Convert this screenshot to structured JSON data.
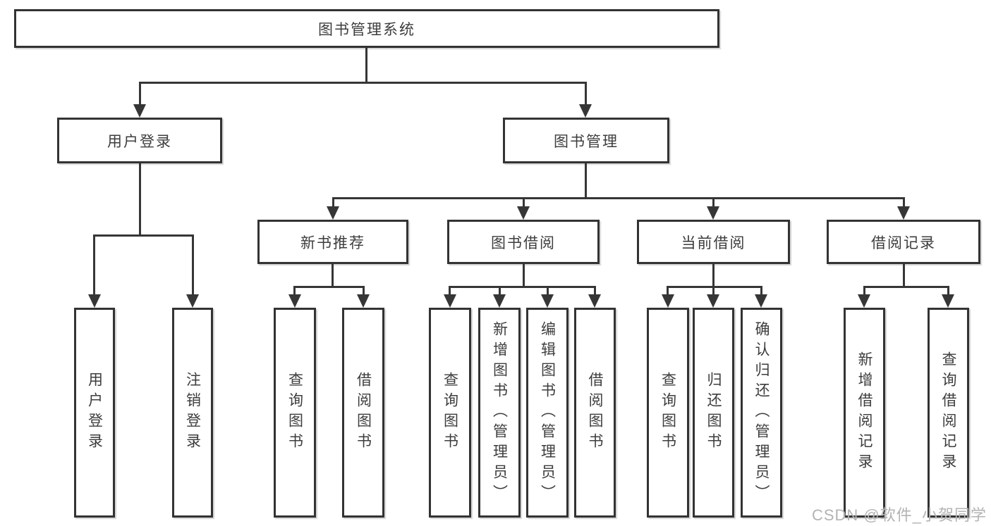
{
  "diagram": {
    "root": "图书管理系统",
    "branches": [
      {
        "label": "用户登录",
        "children": [
          "用户登录",
          "注销登录"
        ]
      },
      {
        "label": "图书管理",
        "groups": [
          {
            "label": "新书推荐",
            "children": [
              "查询图书",
              "借阅图书"
            ]
          },
          {
            "label": "图书借阅",
            "children": [
              "查询图书",
              "新增图书（管理员）",
              "编辑图书（管理员）",
              "借阅图书"
            ]
          },
          {
            "label": "当前借阅",
            "children": [
              "查询图书",
              "归还图书",
              "确认归还（管理员）"
            ]
          },
          {
            "label": "借阅记录",
            "children": [
              "新增借阅记录",
              "查询借阅记录"
            ]
          }
        ]
      }
    ],
    "watermark": "CSDN @软件_小贺同学",
    "colors": {
      "line": "#363636",
      "border": "#333333",
      "text": "#3d3d3d",
      "watermark": "#b3b3b3",
      "background": "#ffffff"
    }
  }
}
